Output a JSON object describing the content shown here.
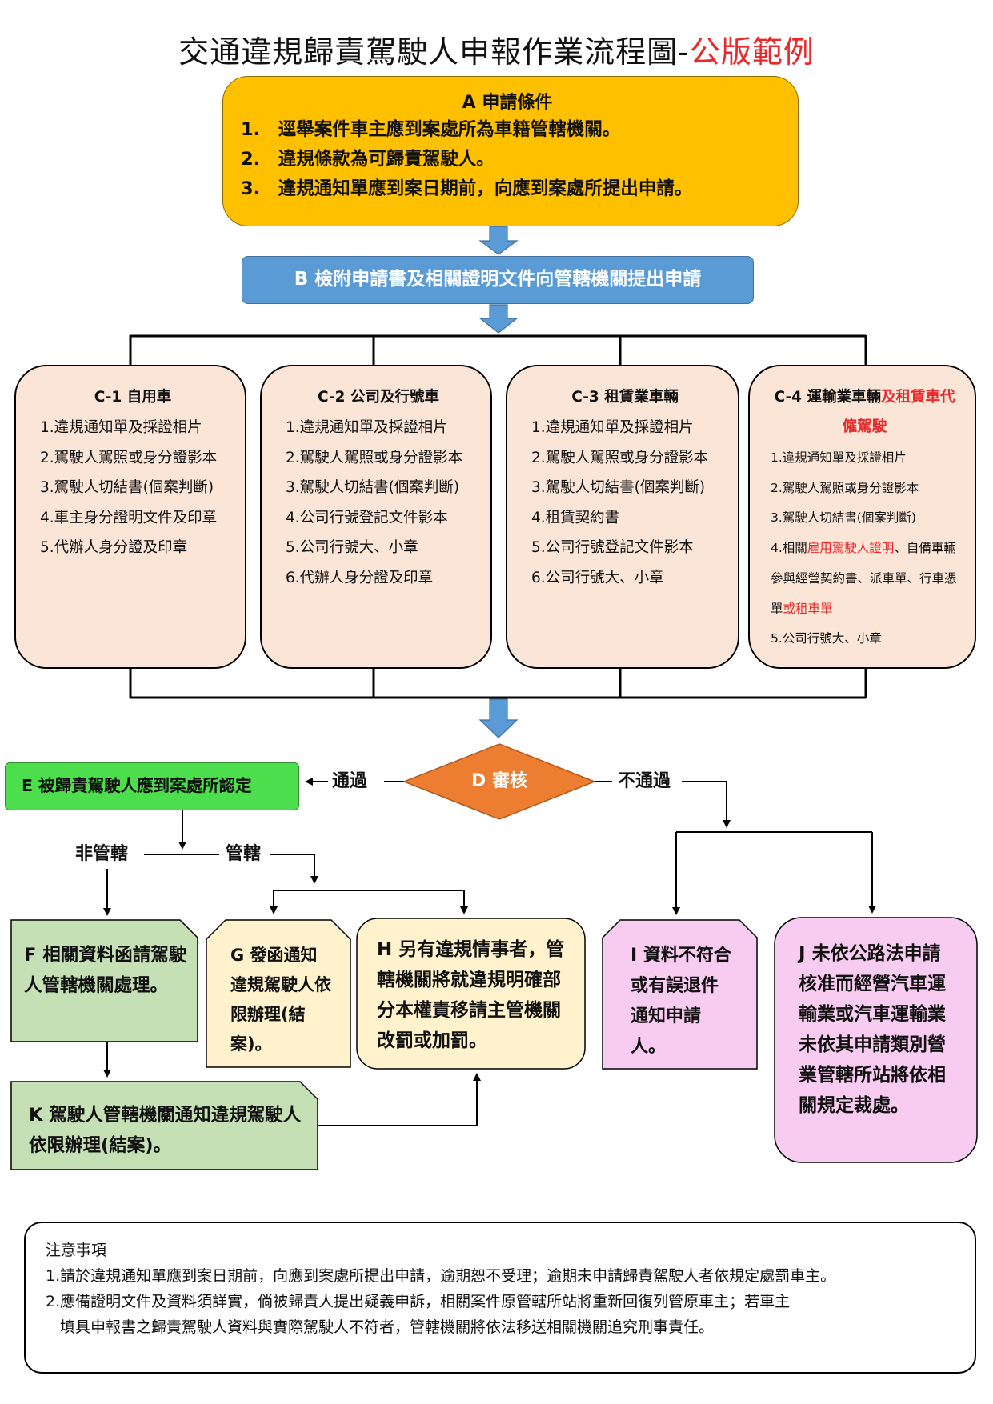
{
  "title": {
    "main": "交通違規歸責駕駛人申報作業流程圖-",
    "highlight": "公版範例"
  },
  "box_a": {
    "title": "A 申請條件",
    "items": [
      "1.　逕舉案件車主應到案處所為車籍管轄機關。",
      "2.　違規條款為可歸責駕駛人。",
      "3.　違規通知單應到案日期前，向應到案處所提出申請。"
    ]
  },
  "box_b": "B 檢附申請書及相關證明文件向管轄機關提出申請",
  "c1": {
    "title": "C-1 自用車",
    "items": [
      "1.違規通知單及採證相片",
      "2.駕駛人駕照或身分證影本",
      "3.駕駛人切結書(個案判斷)",
      "4.車主身分證明文件及印章",
      "5.代辦人身分證及印章"
    ]
  },
  "c2": {
    "title": "C-2 公司及行號車",
    "items": [
      "1.違規通知單及採證相片",
      "2.駕駛人駕照或身分證影本",
      "3.駕駛人切結書(個案判斷)",
      "4.公司行號登記文件影本",
      "5.公司行號大、小章",
      "6.代辦人身分證及印章"
    ]
  },
  "c3": {
    "title": "C-3 租賃業車輛",
    "items": [
      "1.違規通知單及採證相片",
      "2.駕駛人駕照或身分證影本",
      "3.駕駛人切結書(個案判斷)",
      "4.租賃契約書",
      "5.公司行號登記文件影本",
      "6.公司行號大、小章"
    ]
  },
  "c4": {
    "title_a": "C-4 運輸業車輛",
    "title_b": "及租賃車代僱駕駛",
    "item1": "1.違規通知單及採證相片",
    "item2": "2.駕駛人駕照或身分證影本",
    "item3": "3.駕駛人切結書(個案判斷)",
    "item4_a": "4.相關",
    "item4_b": "雇用駕駛人證明",
    "item4_c": "、自備車輛參與經營契約書、派車單、行車憑單",
    "item4_d": "或租車單",
    "item5": "5.公司行號大、小章"
  },
  "d": "D 審核",
  "pass_label": "通過",
  "fail_label": "不通過",
  "box_e": "E 被歸責駕駛人應到案處所認定",
  "non_jurisdiction_label": "非管轄",
  "jurisdiction_label": "管轄",
  "box_f": "F 相關資料函請駕駛人管轄機關處理。",
  "box_g": "G 發函通知違規駕駛人依限辦理(結案)。",
  "box_h": "H 另有違規情事者，管轄機關將就違規明確部分本權責移請主管機關改罰或加罰。",
  "box_i": "I 資料不符合或有誤退件通知申請人。",
  "box_j": "J 未依公路法申請核准而經營汽車運輸業或汽車運輸業未依其申請類別營業管轄所站將依相關規定裁處。",
  "box_k": "K 駕駛人管轄機關通知違規駕駛人依限辦理(結案)。",
  "notes": {
    "title": "注意事項",
    "item1": "1.請於違規通知單應到案日期前，向應到案處所提出申請，逾期恕不受理；逾期未申請歸責駕駛人者依規定處罰車主。",
    "item2_a": "2.應備證明文件及資料須詳實，倘被歸責人提出疑義申訴，相關案件原管轄所站將重新回復列管原車主；若車主",
    "item2_b": "填具申報書之歸責駕駛人資料與實際駕駛人不符者，管轄機關將依法移送相關機關追究刑事責任。"
  },
  "colors": {
    "box_a": "#ffc000",
    "box_b": "#5b9bd5",
    "box_c": "#fbe5d6",
    "diamond": "#ed7d31",
    "box_e": "#4cde4c",
    "box_fk": "#c5e0b4",
    "box_gh": "#fff2cc",
    "box_ij": "#f8cbf0",
    "highlight": "#e8282b"
  }
}
